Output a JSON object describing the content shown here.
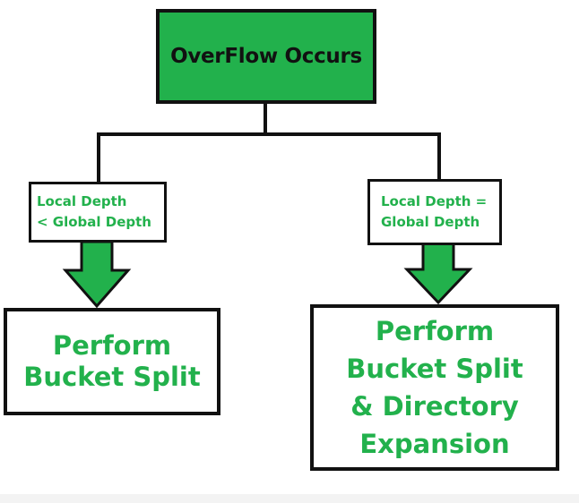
{
  "diagram": {
    "root": {
      "label": "OverFlow Occurs"
    },
    "conditions": {
      "left": [
        "Local Depth",
        "< Global Depth"
      ],
      "right": [
        "Local Depth =",
        "Global Depth"
      ]
    },
    "actions": {
      "left": [
        "Perform",
        "Bucket Split"
      ],
      "right": [
        "Perform",
        "Bucket Split",
        "& Directory",
        "Expansion"
      ]
    }
  },
  "colors": {
    "accent_green": "#22b14c",
    "line_black": "#111111",
    "background": "#ffffff"
  }
}
